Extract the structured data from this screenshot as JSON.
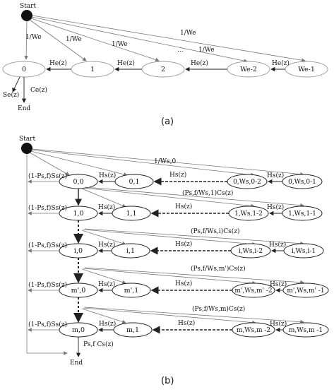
{
  "panel_a": {
    "start": "Start",
    "end": "End",
    "nodes": [
      "0",
      "1",
      "2",
      "We-2",
      "We-1"
    ],
    "h_labels": [
      "He(z)",
      "He(z)",
      "He(z)",
      "He(z)"
    ],
    "fan_labels": [
      "1/We",
      "1/We",
      "1/We",
      "1/We",
      "1/We"
    ],
    "dots": "...",
    "exit_labels": [
      "Se(z)",
      "Ce(z)"
    ],
    "caption": "(a)"
  },
  "panel_b": {
    "start": "Start",
    "end": "End",
    "top_label": "1/Ws,0",
    "rows": [
      {
        "exit": "(1-Ps,f)Ss(z)",
        "nodes": [
          "0,0",
          "0,1",
          "0,Ws,0-2",
          "0,Ws,0-1"
        ],
        "h": [
          "Hs(z)",
          "Hs(z)",
          "Hs(z)"
        ],
        "feed": "(Ps,f/Ws,1)Cs(z)"
      },
      {
        "exit": "(1-Ps,f)Ss(z)",
        "nodes": [
          "1,0",
          "1,1",
          "1,Ws,1-2",
          "1,Ws,1-1"
        ],
        "h": [
          "Hs(z)",
          "Hs(z)",
          "Hs(z)"
        ],
        "feed": "(Ps,f/Ws,i)Cs(z)"
      },
      {
        "exit": "(1-Ps,f)Ss(z)",
        "nodes": [
          "i,0",
          "i,1",
          "i,Ws,i-2",
          "i,Ws,i-1"
        ],
        "h": [
          "Hs(z)",
          "Hs(z)",
          "Hs(z)"
        ],
        "feed": "(Ps,f/Ws,m')Cs(z)"
      },
      {
        "exit": "(1-Ps,f)Ss(z)",
        "nodes": [
          "m',0",
          "m',1",
          "m',Ws,m' -2",
          "m',Ws,m' -1"
        ],
        "h": [
          "Hs(z)",
          "Hs(z)",
          "Hs(z)"
        ],
        "feed": "(Ps,f/Ws,m)Cs(z)"
      },
      {
        "exit": "(1-Ps,f)Ss(z)",
        "nodes": [
          "m,0",
          "m,1",
          "m,Ws,m -2",
          "m,Ws,m -1"
        ],
        "h": [
          "Hs(z)",
          "Hs(z)",
          "Hs(z)"
        ],
        "feed": ""
      }
    ],
    "bottom_label": "Ps,f Cs(z)",
    "caption": "(b)"
  }
}
